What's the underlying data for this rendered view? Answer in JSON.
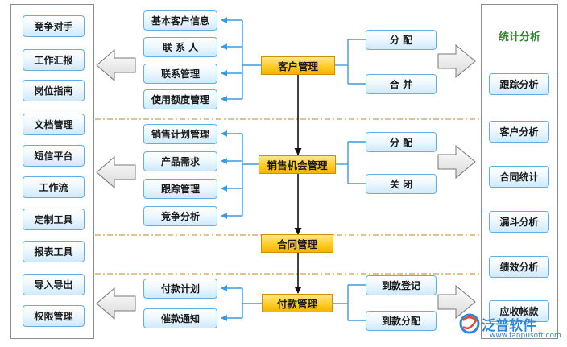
{
  "left_panel": {
    "items": [
      "竞争对手",
      "工作汇报",
      "岗位指南",
      "文档管理",
      "短信平台",
      "工作流",
      "定制工具",
      "报表工具",
      "导入导出",
      "权限管理"
    ]
  },
  "right_panel": {
    "title": "统计分析",
    "items": [
      "跟踪分析",
      "客户分析",
      "合同统计",
      "漏斗分析",
      "绩效分析",
      "应收帐款"
    ]
  },
  "sections": {
    "customer": {
      "main": "客户管理",
      "sub_items": [
        "基本客户信息",
        "联 系 人",
        "联系管理",
        "使用额度管理"
      ],
      "actions": [
        "分 配",
        "合 并"
      ]
    },
    "opportunity": {
      "main": "销售机会管理",
      "sub_items": [
        "销售计划管理",
        "产品需求",
        "跟踪管理",
        "竞争分析"
      ],
      "actions": [
        "分 配",
        "关 闭"
      ]
    },
    "contract": {
      "main": "合同管理"
    },
    "payment": {
      "main": "付款管理",
      "sub_items": [
        "付款计划",
        "催款通知"
      ],
      "actions": [
        "到款登记",
        "到款分配"
      ]
    }
  },
  "watermark": {
    "brand": "泛普软件",
    "url": "www.fanpusoft.com"
  },
  "colors": {
    "box_border": "#5fb0e6",
    "main_box_fill": "#ffcc2a",
    "arrow_blue": "#3a9be0",
    "divider": "#c8a24a",
    "stat_title": "#2a8a2a"
  }
}
